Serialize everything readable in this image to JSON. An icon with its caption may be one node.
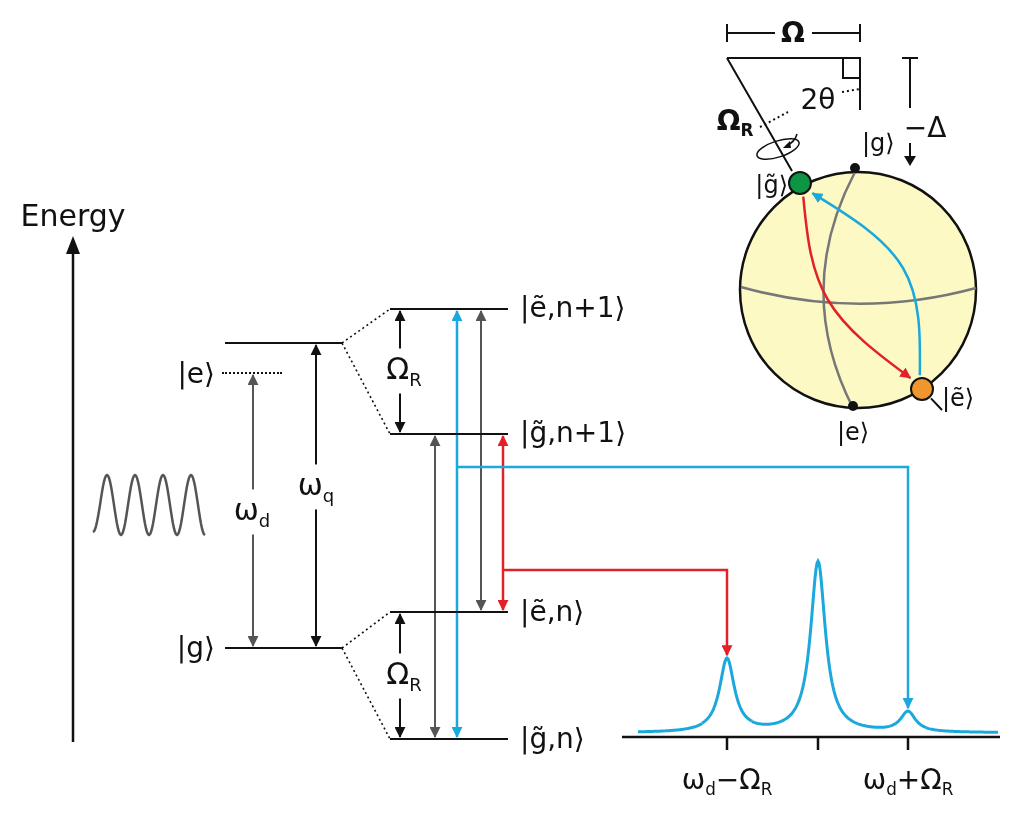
{
  "diagram": {
    "nodes": [
      {
        "text": [],
        "shape": "bar"
      },
      {
        "text": [],
        "shape": "bar",
        "beside": [
          "|e⟩"
        ]
      },
      {
        "text": [],
        "shape": "bar",
        "beside": [
          "|g⟩"
        ]
      },
      {
        "text": [],
        "shape": "bar",
        "beside": [
          "|ẽ,n+1⟩"
        ]
      },
      {
        "text": [],
        "shape": "bar",
        "beside": [
          "|g̃,n+1⟩"
        ]
      },
      {
        "text": [],
        "shape": "bar",
        "beside": [
          "|ẽ,n⟩"
        ]
      },
      {
        "text": [],
        "shape": "bar",
        "beside": [
          "|g̃,n⟩"
        ]
      },
      {
        "text": [],
        "shape": "picture"
      },
      {
        "text": [],
        "shape": "picture"
      },
      {
        "text": [],
        "shape": "circle",
        "beside": [
          "|g⟩"
        ]
      },
      {
        "text": [],
        "shape": "circle",
        "beside": [
          "|e⟩"
        ]
      },
      {
        "text": [],
        "shape": "circle",
        "beside": [
          "|g̃⟩"
        ]
      },
      {
        "text": [],
        "shape": "circle"
      },
      {
        "text": [
          "|ẽ⟩"
        ]
      }
    ],
    "edges": [
      {
        "from": 2,
        "to": 1,
        "arrow": "both",
        "label": "ω$_{d}$",
        "color": "#555555"
      },
      {
        "from": 2,
        "to": 0,
        "arrow": "both",
        "label": "ω$_{q}$"
      },
      {
        "from": 0,
        "to": 3,
        "arrow": "none",
        "style": "dashed"
      },
      {
        "from": 0,
        "to": 4,
        "arrow": "none",
        "style": "dashed"
      },
      {
        "from": 2,
        "to": 5,
        "arrow": "none",
        "style": "dashed"
      },
      {
        "from": 2,
        "to": 6,
        "arrow": "none",
        "style": "dashed"
      },
      {
        "from": 3,
        "to": 4,
        "arrow": "both",
        "label": "Ω$_{R}$"
      },
      {
        "from": 5,
        "to": 6,
        "arrow": "both",
        "label": "Ω$_{R}$"
      },
      {
        "from": 4,
        "to": 6,
        "arrow": "both",
        "color": "#555555"
      },
      {
        "from": 3,
        "to": 6,
        "arrow": "both",
        "color": "#1ba8dc"
      },
      {
        "from": 3,
        "to": 5,
        "arrow": "both",
        "color": "#555555"
      },
      {
        "from": 4,
        "to": 5,
        "arrow": "both",
        "color": "#e3202a"
      },
      {
        "from": null,
        "to": 8,
        "arrow": "to",
        "color": "#1ba8dc"
      },
      {
        "from": null,
        "to": 7,
        "arrow": "to",
        "color": "#e3202a"
      },
      {
        "from": 11,
        "to": 12,
        "arrow": "to",
        "color": "#e3202a"
      },
      {
        "from": 12,
        "to": 11,
        "arrow": "to",
        "color": "#1ba8dc"
      },
      {
        "from": 13,
        "to": 12,
        "arrow": "none"
      }
    ],
    "labels": [
      "Energy",
      "Ω",
      "Ω$_{R}$",
      "2θ",
      "−Δ",
      "ω$_{d}$−Ω$_{R}$",
      "ω$_{d}$+Ω$_{R}$"
    ]
  }
}
